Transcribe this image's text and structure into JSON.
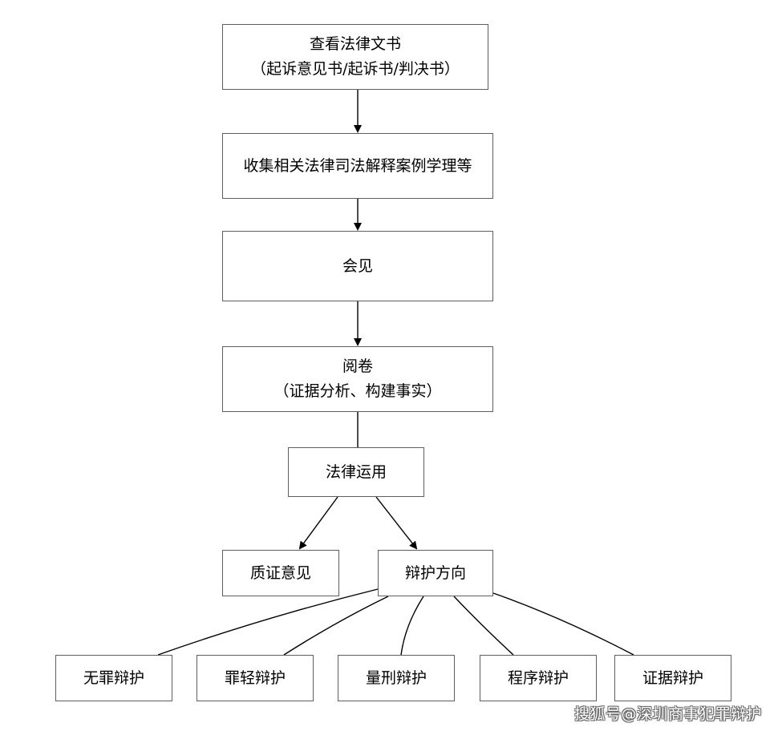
{
  "colors": {
    "box_border": "#5f5f5f",
    "line": "#000000",
    "background": "#ffffff"
  },
  "nodes": {
    "view_docs": {
      "line1": "查看法律文书",
      "line2": "（起诉意见书/起诉书/判决书）"
    },
    "collect": {
      "label": "收集相关法律司法解释案例学理等"
    },
    "meet": {
      "label": "会见"
    },
    "read_files": {
      "line1": "阅卷",
      "line2": "（证据分析、构建事实）"
    },
    "apply_law": {
      "label": "法律运用"
    },
    "cross_exam": {
      "label": "质证意见"
    },
    "defense_dir": {
      "label": "辩护方向"
    },
    "leaves": [
      {
        "label": "无罪辩护"
      },
      {
        "label": "罪轻辩护"
      },
      {
        "label": "量刑辩护"
      },
      {
        "label": "程序辩护"
      },
      {
        "label": "证据辩护"
      }
    ]
  },
  "watermark": "搜狐号@深圳商事犯罪辩护"
}
